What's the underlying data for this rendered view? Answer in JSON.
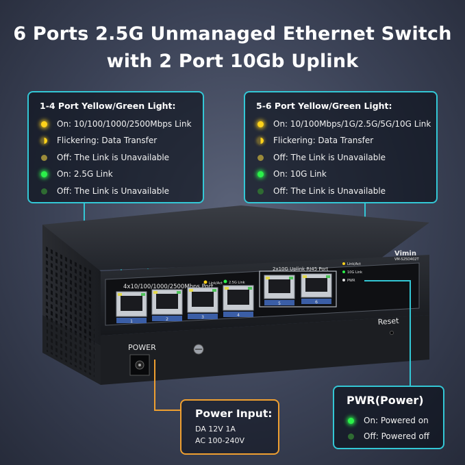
{
  "header": {
    "line1": "6 Ports 2.5G Unmanaged Ethernet Switch",
    "line2": "with 2 Port 10Gb Uplink"
  },
  "left_callout": {
    "title": "1-4 Port Yellow/Green Light:",
    "items": [
      {
        "led": "yellow",
        "text": "On: 10/100/1000/2500Mbps Link"
      },
      {
        "led": "yellow-half",
        "text": "Flickering: Data Transfer"
      },
      {
        "led": "yellow-dim",
        "text": "Off: The Link is Unavailable"
      },
      {
        "led": "green",
        "text": "On: 2.5G Link"
      },
      {
        "led": "green-dim",
        "text": "Off: The Link is Unavailable"
      }
    ]
  },
  "right_callout": {
    "title": "5-6 Port Yellow/Green Light:",
    "items": [
      {
        "led": "yellow",
        "text": "On: 10/100Mbps/1G/2.5G/5G/10G Link"
      },
      {
        "led": "yellow-half",
        "text": "Flickering: Data Transfer"
      },
      {
        "led": "yellow-dim",
        "text": "Off: The Link is Unavailable"
      },
      {
        "led": "green",
        "text": "On: 10G Link"
      },
      {
        "led": "green-dim",
        "text": "Off: The Link is Unavailable"
      }
    ]
  },
  "device": {
    "brand": "Vimin",
    "model": "VM-S25D402T",
    "group1_label": "4x10/100/1000/2500Mbps Port",
    "legend_link_act": "Link/Act",
    "legend_2_5g": "2.5G Link",
    "group2_label": "2x10G Uplink RJ45 Port",
    "legend2_link_act": "Link/Act",
    "legend2_10g": "10G Link",
    "legend2_pwr": "PWR",
    "ports": [
      "1",
      "2",
      "3",
      "4",
      "5",
      "6"
    ],
    "power_label": "POWER",
    "reset_label": "Reset"
  },
  "power_input": {
    "title": "Power Input:",
    "line1": "DA 12V 1A",
    "line2": "AC 100-240V"
  },
  "pwr_callout": {
    "title": "PWR(Power)",
    "on_text": "On: Powered on",
    "off_text": "Off: Powered off"
  },
  "colors": {
    "callout_border": "#33c8d6",
    "power_border": "#f0a030",
    "led_yellow": "#ffd21a",
    "led_green": "#2bf04a"
  }
}
